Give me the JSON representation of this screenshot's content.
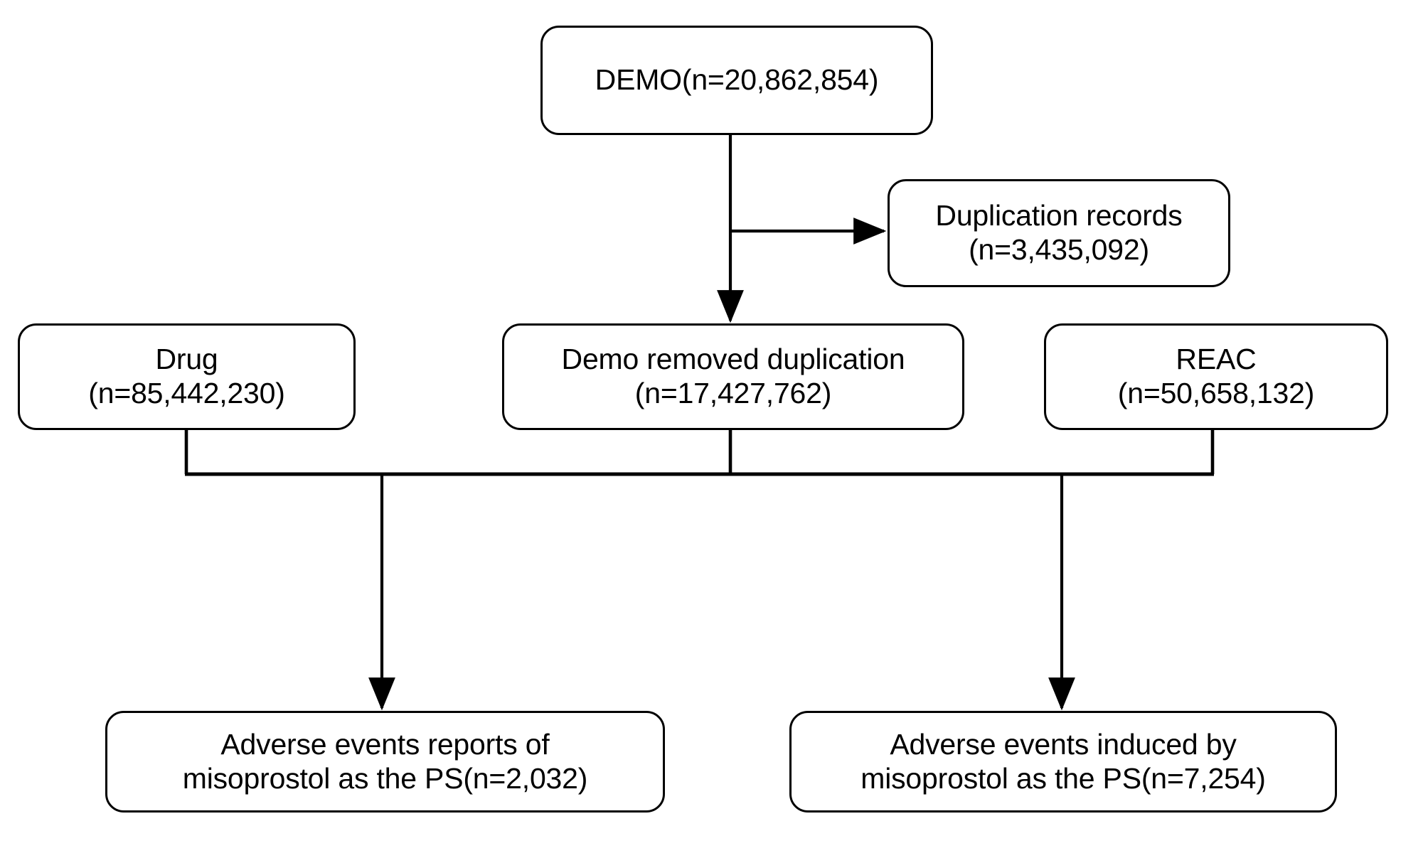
{
  "diagram": {
    "type": "flowchart",
    "title": "FAERS database record selection flowchart",
    "stroke_color": "#000000",
    "fill_color": "#ffffff",
    "background_color": "#ffffff",
    "nodes": [
      {
        "id": "demo",
        "label": "DEMO(n=20,862,854)",
        "dataset": "DEMO",
        "count": "20,862,854"
      },
      {
        "id": "duplication",
        "label": "Duplication records\n(n=3,435,092)",
        "dataset": "Duplication records",
        "count": "3,435,092"
      },
      {
        "id": "demo_dedup",
        "label": "Demo removed duplication\n(n=17,427,762)",
        "dataset": "Demo removed duplication",
        "count": "17,427,762"
      },
      {
        "id": "drug",
        "label": "Drug\n(n=85,442,230)",
        "dataset": "Drug",
        "count": "85,442,230"
      },
      {
        "id": "reac",
        "label": "REAC\n(n=50,658,132)",
        "dataset": "REAC",
        "count": "50,658,132"
      },
      {
        "id": "ae_reports",
        "label": "Adverse events reports of\nmisoprostol as the PS(n=2,032)",
        "dataset": "Adverse events reports of misoprostol as the PS",
        "count": "2,032"
      },
      {
        "id": "ae_induced",
        "label": "Adverse events induced by\nmisoprostol as the PS(n=7,254)",
        "dataset": "Adverse events induced by misoprostol as the PS",
        "count": "7,254"
      }
    ],
    "edges": [
      {
        "id": "demo-to-duplication",
        "from": "demo",
        "to": "duplication",
        "arrow": true,
        "label": ""
      },
      {
        "id": "demo-to-demo-dedup",
        "from": "demo",
        "to": "demo_dedup",
        "arrow": true,
        "label": ""
      },
      {
        "id": "drug-to-bus",
        "from": "drug",
        "to": "merge_bus",
        "arrow": false,
        "label": ""
      },
      {
        "id": "demo-dedup-to-bus",
        "from": "demo_dedup",
        "to": "merge_bus",
        "arrow": false,
        "label": ""
      },
      {
        "id": "reac-to-bus",
        "from": "reac",
        "to": "merge_bus",
        "arrow": false,
        "label": ""
      },
      {
        "id": "bus-to-ae-reports",
        "from": "merge_bus",
        "to": "ae_reports",
        "arrow": true,
        "label": ""
      },
      {
        "id": "bus-to-ae-induced",
        "from": "merge_bus",
        "to": "ae_induced",
        "arrow": true,
        "label": ""
      }
    ]
  }
}
